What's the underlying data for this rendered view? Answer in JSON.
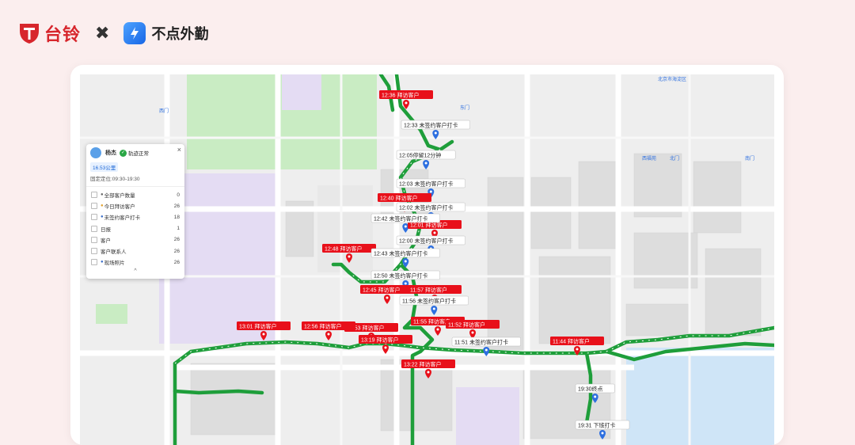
{
  "brand": {
    "left_name": "台铃",
    "separator": "✖",
    "right_name": "不点外勤"
  },
  "panel": {
    "user_name": "杨杰",
    "track_status": "轨迹正常",
    "distance": "16.53公里",
    "time_range": "固定定位:09:30-19:30",
    "rows": [
      {
        "label": "全部客户数量",
        "count": "0",
        "icon": "people-icon"
      },
      {
        "label": "今日拜访客户",
        "count": "26",
        "icon": "person-icon"
      },
      {
        "label": "未签约客户打卡",
        "count": "18",
        "icon": "pin-icon"
      },
      {
        "label": "日报",
        "count": "1",
        "icon": ""
      },
      {
        "label": "客户",
        "count": "26",
        "icon": ""
      },
      {
        "label": "客户联系人",
        "count": "26",
        "icon": ""
      },
      {
        "label": "现场照片",
        "count": "26",
        "icon": "photo-icon"
      }
    ],
    "close": "×",
    "collapse": "^"
  },
  "map_labels": {
    "visits": [
      "12:36 拜访客户",
      "12:40 拜访客户",
      "12:48 拜访客户",
      "12:45 拜访客户",
      "11:57 拜访客户",
      "12:01 拜访客户",
      "11:55 拜访客户",
      "12:53 拜访客户",
      "12:56 拜访客户",
      "13:01 拜访客户",
      "13:19 拜访客户",
      "13:22 拜访客户",
      "11:52 拜访客户",
      "11:44 拜访客户"
    ],
    "checkins": [
      "12:33 未签约客户打卡",
      "12:05停留12分钟",
      "12:03 未签约客户打卡",
      "12:02 未签约客户打卡",
      "12:42 未签约客户打卡",
      "12:00 未签约客户打卡",
      "12:43 未签约客户打卡",
      "12:50 未签约客户打卡",
      "11:56 未签约客户打卡",
      "11:51 未签约客户打卡",
      "19:30终点",
      "19:31 下班打卡"
    ],
    "places": [
      "北京市海淀区",
      "西福苑",
      "北门",
      "东门",
      "南门",
      "西门"
    ]
  },
  "colors": {
    "route": "#1e9e3a",
    "visit": "#e8101a",
    "checkin": "#2d6fe0",
    "accent": "#d7262c"
  }
}
